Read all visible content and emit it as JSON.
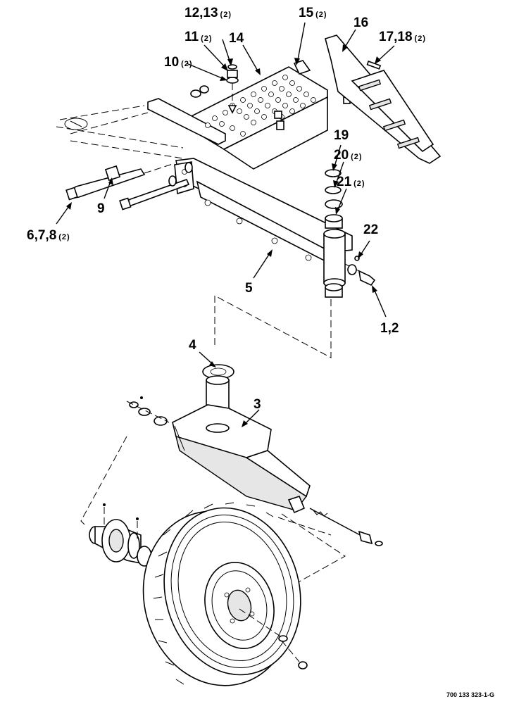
{
  "callouts": [
    {
      "id": "c12_13",
      "label": "12,13",
      "qty": "(2)"
    },
    {
      "id": "c15",
      "label": "15",
      "qty": "(2)"
    },
    {
      "id": "c16",
      "label": "16",
      "qty": ""
    },
    {
      "id": "c17_18",
      "label": "17,18",
      "qty": "(2)"
    },
    {
      "id": "c11",
      "label": "11",
      "qty": "(2)"
    },
    {
      "id": "c14",
      "label": "14",
      "qty": ""
    },
    {
      "id": "c10",
      "label": "10",
      "qty": "(2)"
    },
    {
      "id": "c19",
      "label": "19",
      "qty": ""
    },
    {
      "id": "c20",
      "label": "20",
      "qty": "(2)"
    },
    {
      "id": "c21",
      "label": "21",
      "qty": "(2)"
    },
    {
      "id": "c9",
      "label": "9",
      "qty": ""
    },
    {
      "id": "c6_7_8",
      "label": "6,7,8",
      "qty": "(2)"
    },
    {
      "id": "c22",
      "label": "22",
      "qty": ""
    },
    {
      "id": "c5",
      "label": "5",
      "qty": ""
    },
    {
      "id": "c1_2",
      "label": "1,2",
      "qty": ""
    },
    {
      "id": "c4",
      "label": "4",
      "qty": ""
    },
    {
      "id": "c3",
      "label": "3",
      "qty": ""
    }
  ],
  "drawing_code": "700 133 323-1-G"
}
